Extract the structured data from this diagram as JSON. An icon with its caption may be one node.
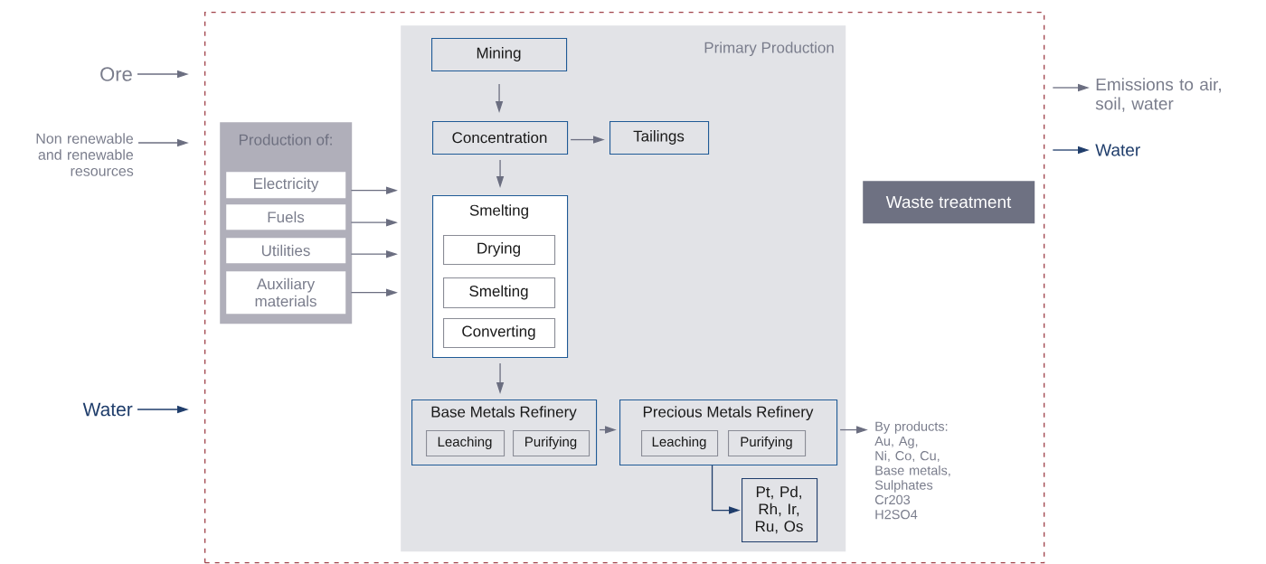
{
  "diagram": {
    "nodes": [
      {
        "text": [],
        "shape": "box"
      },
      {
        "text": [
          "Primary Production"
        ],
        "in": 0
      },
      {
        "text": [
          "Production of:"
        ],
        "in": 0
      },
      {
        "text": [
          "Electricity"
        ],
        "in": 2
      },
      {
        "text": [
          "Fuels"
        ],
        "in": 2
      },
      {
        "text": [
          "Utilities"
        ],
        "in": 2
      },
      {
        "text": [
          "Auxiliary materials"
        ],
        "in": 2
      },
      {
        "text": [
          "Mining"
        ],
        "in": 1
      },
      {
        "text": [
          "Concentration"
        ],
        "in": 1
      },
      {
        "text": [
          "Tailings"
        ],
        "in": 1
      },
      {
        "text": [
          "Smelting"
        ],
        "in": 1
      },
      {
        "text": [
          "Drying"
        ],
        "in": 10
      },
      {
        "text": [
          "Smelting"
        ],
        "in": 10
      },
      {
        "text": [
          "Converting"
        ],
        "in": 10
      },
      {
        "text": [
          "Base Metals Refinery"
        ],
        "in": 1
      },
      {
        "text": [
          "Leaching"
        ],
        "in": 14
      },
      {
        "text": [
          "Purifying"
        ],
        "in": 14
      },
      {
        "text": [
          "Precious Metals Refinery"
        ],
        "in": 1
      },
      {
        "text": [
          "Leaching"
        ],
        "in": 17
      },
      {
        "text": [
          "Purifying"
        ],
        "in": 17
      },
      {
        "text": [
          "Pt, Pd, Rh, Ir, Ru, Os"
        ],
        "in": 1
      },
      {
        "text": [
          "Waste treatment"
        ],
        "in": 0
      },
      {
        "text": [
          "Ore"
        ]
      },
      {
        "text": [
          "Non renewable and renewable resources"
        ]
      },
      {
        "text": [
          "Water"
        ]
      },
      {
        "text": [
          "By products:",
          "Au, Ag,",
          "Ni, Co, Cu,",
          "Base metals,",
          "Sulphates",
          "Cr203",
          "H2SO4"
        ],
        "in": 0
      },
      {
        "text": [
          "Emissions to air, soil, water"
        ]
      },
      {
        "text": [
          "Water"
        ]
      }
    ],
    "edges": [
      {
        "from": 22,
        "to": 0,
        "arrow": "to"
      },
      {
        "from": 23,
        "to": 0,
        "arrow": "to"
      },
      {
        "from": 24,
        "to": 0,
        "arrow": "to",
        "color": "#1f3d6b"
      },
      {
        "from": 3,
        "to": 1,
        "arrow": "to"
      },
      {
        "from": 4,
        "to": 1,
        "arrow": "to"
      },
      {
        "from": 5,
        "to": 1,
        "arrow": "to"
      },
      {
        "from": 6,
        "to": 1,
        "arrow": "to"
      },
      {
        "from": 7,
        "to": 8,
        "arrow": "to"
      },
      {
        "from": 8,
        "to": 9,
        "arrow": "to"
      },
      {
        "from": 8,
        "to": 10,
        "arrow": "to"
      },
      {
        "from": 10,
        "to": 14,
        "arrow": "to"
      },
      {
        "from": 14,
        "to": 17,
        "arrow": "to"
      },
      {
        "from": 17,
        "to": 25,
        "arrow": "to"
      },
      {
        "from": 17,
        "to": 20,
        "arrow": "to",
        "color": "#1f3d6b"
      },
      {
        "from": 0,
        "to": 26,
        "arrow": "to"
      },
      {
        "from": 0,
        "to": 27,
        "arrow": "to",
        "color": "#1f3d6b"
      }
    ]
  }
}
